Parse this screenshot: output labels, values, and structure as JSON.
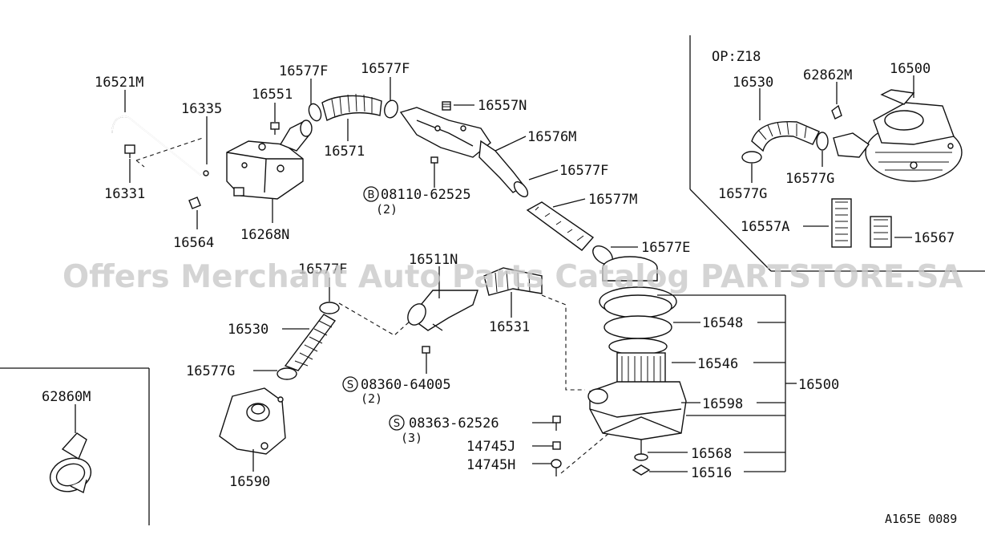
{
  "labels": {
    "p16521M": "16521M",
    "p16335": "16335",
    "p16331": "16331",
    "p16551": "16551",
    "p16564": "16564",
    "p16268N": "16268N",
    "p16577F_a": "16577F",
    "p16577F_b": "16577F",
    "p16571": "16571",
    "p16557N": "16557N",
    "p16576M": "16576M",
    "p16577F_c": "16577F",
    "p08110": "08110-62525",
    "p08110_qty": "(2)",
    "p16577M": "16577M",
    "p16577E": "16577E",
    "p16577G_a": "16577G",
    "p16530_a": "16530",
    "p16590": "16590",
    "p16511N": "16511N",
    "p16531": "16531",
    "p08360": "08360-64005",
    "p08360_qty": "(2)",
    "p08363": "08363-62526",
    "p08363_qty": "(3)",
    "p14745J": "14745J",
    "p14745H": "14745H",
    "p16548": "16548",
    "p16546": "16546",
    "p16500_main": "16500",
    "p16598": "16598",
    "p16568": "16568",
    "p16516": "16516",
    "p16577Top": "16577F",
    "p62860M": "62860M",
    "op_z18": "OP:Z18",
    "p16530_b": "16530",
    "p62862M": "62862M",
    "p16500_b": "16500",
    "p16577G_b": "16577G",
    "p16577G_c": "16577G",
    "p16557A": "16557A",
    "p16567": "16567"
  },
  "bolt_markers": {
    "b": "B",
    "s1": "S",
    "s2": "S"
  },
  "diagram_code": "A165E 0089",
  "watermark": "Offers Merchant Auto Parts Catalog PARTSTORE.SA"
}
